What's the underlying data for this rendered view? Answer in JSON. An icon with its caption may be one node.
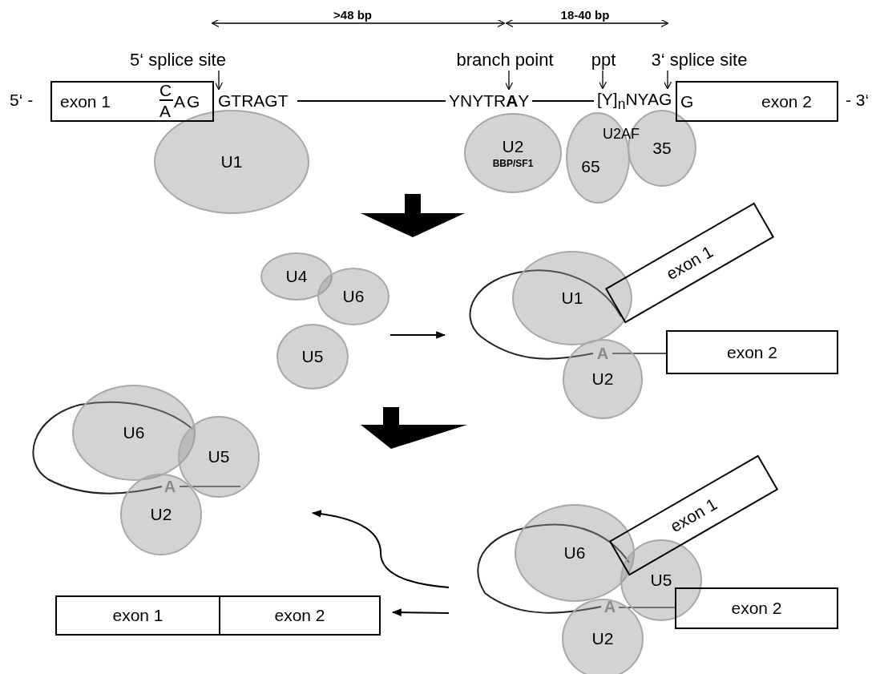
{
  "diagram": {
    "nodes": [
      {
        "text": [
          "5‘ splice site"
        ]
      },
      {
        "text": [
          "branch point"
        ]
      },
      {
        "text": [
          "ppt"
        ]
      },
      {
        "text": [
          "3‘ splice site"
        ]
      },
      {
        "text": [
          "exon 1",
          "C",
          "A",
          "AG"
        ],
        "beside": [
          "5‘ -"
        ]
      },
      {
        "text": [
          "G",
          "exon 2"
        ],
        "beside": [
          "- 3‘"
        ]
      },
      {
        "text": [
          "U1"
        ]
      },
      {
        "text": [
          "U2",
          "BBP/SF1"
        ]
      },
      {
        "text": [
          "65"
        ]
      },
      {
        "text": [
          "35"
        ]
      },
      {
        "text": [
          "U4"
        ]
      },
      {
        "text": [
          "U6"
        ]
      },
      {
        "text": [
          "U5"
        ]
      },
      {
        "text": [
          "U1"
        ]
      },
      {
        "text": [
          "U2"
        ]
      },
      {
        "text": [
          "exon 1"
        ]
      },
      {
        "text": [
          "exon 2"
        ]
      },
      {
        "text": [
          "U6"
        ]
      },
      {
        "text": [
          "U5"
        ]
      },
      {
        "text": [
          "U2"
        ]
      },
      {
        "text": [
          "U6"
        ]
      },
      {
        "text": [
          "U5"
        ]
      },
      {
        "text": [
          "U2"
        ]
      },
      {
        "text": [
          "exon 1"
        ]
      },
      {
        "text": [
          "exon 2"
        ]
      },
      {
        "text": [
          "exon 1"
        ]
      },
      {
        "text": [
          "exon 2"
        ]
      },
      {
        "text": [
          "GTRAGT"
        ]
      },
      {
        "text": [
          "YNYTR**A**Y"
        ]
      },
      {
        "text": [
          "[Y]$_{n}$NYAG"
        ]
      }
    ],
    "edges": [
      {
        "from": 0,
        "to": 27,
        "arrow": "to"
      },
      {
        "from": 1,
        "to": 28,
        "arrow": "to"
      },
      {
        "from": 2,
        "to": 29,
        "arrow": "to"
      },
      {
        "from": 3,
        "to": 29,
        "arrow": "to"
      },
      {
        "from": 27,
        "to": 28,
        "arrow": "none"
      },
      {
        "from": 28,
        "to": 29,
        "arrow": "none"
      }
    ],
    "labels": [
      ">48 bp",
      "18-40 bp",
      "U2AF",
      "A",
      "A",
      "A"
    ]
  }
}
